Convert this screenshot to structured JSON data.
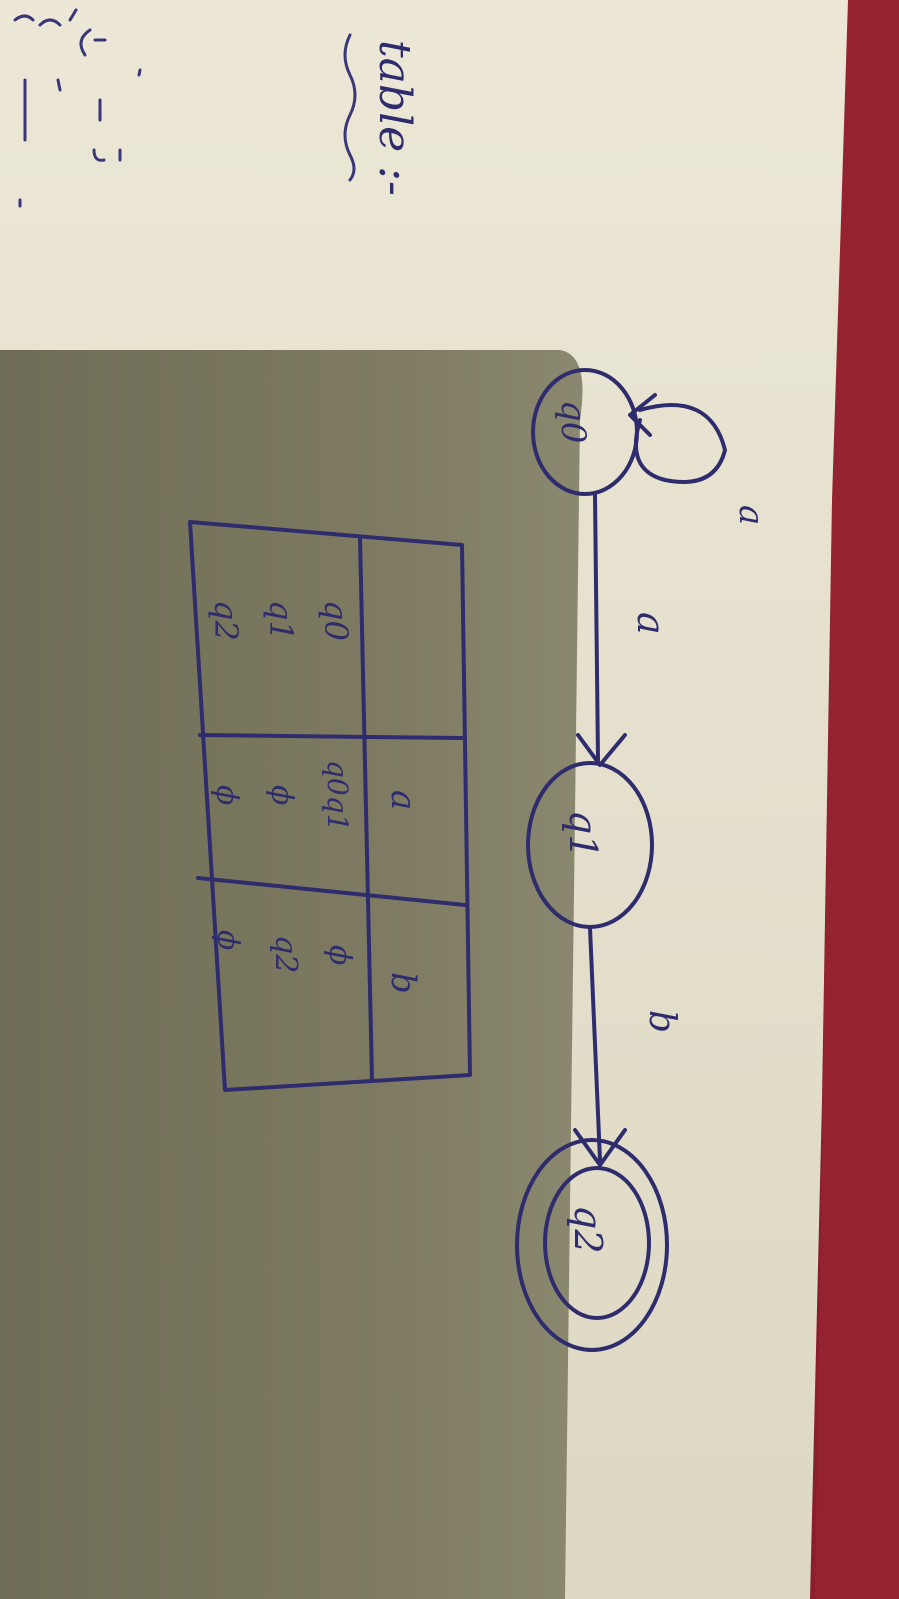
{
  "photo": {
    "description_colors": {
      "paper": "#e9e4d2",
      "paper_shadow": "#7d7a63",
      "ink": "#2f2c6e",
      "cloth": "#8a1e2a"
    }
  },
  "notes": {
    "heading": "table :-"
  },
  "automaton": {
    "states": [
      {
        "label": "q0"
      },
      {
        "label": "q1"
      },
      {
        "label": "q2"
      }
    ],
    "self_loop_label": "a",
    "transition_q0_q1_label": "a",
    "transition_q1_q2_label": "b"
  },
  "transition_table": {
    "headers": [
      "",
      "a",
      "b"
    ],
    "rows": [
      {
        "state": "q0",
        "a": "q0q1",
        "b": "ϕ"
      },
      {
        "state": "q1",
        "a": "ϕ",
        "b": "q2"
      },
      {
        "state": "q2",
        "a": "ϕ",
        "b": "ϕ"
      }
    ]
  }
}
